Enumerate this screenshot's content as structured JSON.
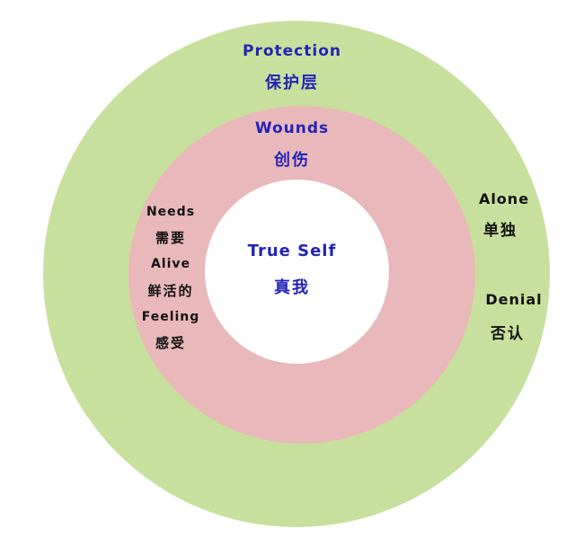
{
  "colors": {
    "outer_ring": "#c8e09d",
    "middle_ring": "#e9b8ba",
    "inner_circle": "#ffffff",
    "layer_label": "#2323b8",
    "side_label": "#111111"
  },
  "layers": {
    "protection": {
      "en": "Protection",
      "zh": "保护层"
    },
    "wounds": {
      "en": "Wounds",
      "zh": "创伤"
    },
    "true_self": {
      "en": "True Self",
      "zh": "真我"
    }
  },
  "left_labels": {
    "needs": {
      "en": "Needs",
      "zh": "需要"
    },
    "alive": {
      "en": "Alive",
      "zh": "鲜活的"
    },
    "feeling": {
      "en": "Feeling",
      "zh": "感受"
    }
  },
  "right_labels": {
    "alone": {
      "en": "Alone",
      "zh": "单独"
    },
    "denial": {
      "en": "Denial",
      "zh": "否认"
    }
  }
}
